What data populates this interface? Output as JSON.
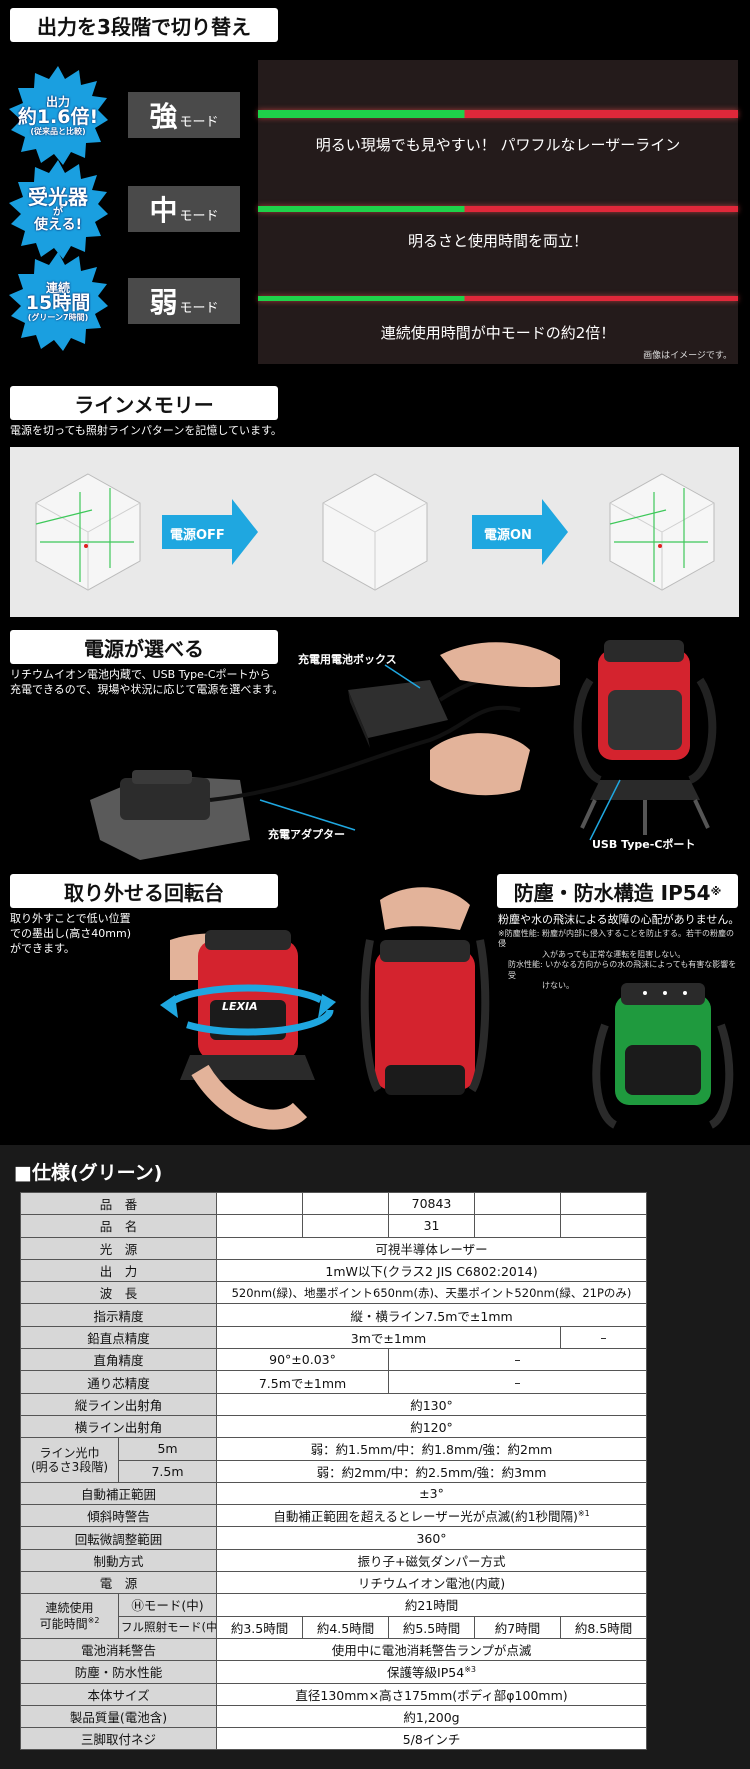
{
  "section_modes": {
    "title": "出力を3段階で切り替え",
    "bursts": [
      {
        "lines": [
          "出力",
          "約1.6倍!",
          "(従来品と比較)"
        ]
      },
      {
        "lines": [
          "受光器",
          "が",
          "使える!"
        ]
      },
      {
        "lines": [
          "連続",
          "15時間",
          "(グリーン7時間)"
        ]
      }
    ],
    "modes": [
      {
        "big": "強",
        "small": "モード"
      },
      {
        "big": "中",
        "small": "モード"
      },
      {
        "big": "弱",
        "small": "モード"
      }
    ],
    "captions": [
      "明るい現場でも見やすい！ パワフルなレーザーライン",
      "明るさと使用時間を両立！",
      "連続使用時間が中モードの約2倍！"
    ],
    "note": "画像はイメージです。",
    "laser_colors": {
      "green": "#1fd14a",
      "red": "#e0283a"
    }
  },
  "section_memory": {
    "title": "ラインメモリー",
    "desc": "電源を切っても照射ラインパターンを記憶しています。",
    "arrow_off": "電源OFF",
    "arrow_on": "電源ON",
    "arrow_color": "#1fa7e0"
  },
  "section_power": {
    "title": "電源が選べる",
    "desc_lines": [
      "リチウムイオン電池内蔵で、USB Type-Cポートから",
      "充電できるので、現場や状況に応じて電源を選べます。"
    ],
    "label_battery_box": "充電用電池ボックス",
    "label_adapter": "充電アダプター",
    "label_usb": "USB Type-Cポート"
  },
  "section_base": {
    "title": "取り外せる回転台",
    "desc_lines": [
      "取り外すことで低い位置",
      "での墨出し(高さ40mm)",
      "ができます。"
    ],
    "brand": "LEXIA"
  },
  "section_ip": {
    "title_main": "防塵・防水構造 IP54",
    "title_mark": "※",
    "desc": "粉塵や水の飛沫による故障の心配がありません。",
    "notes": [
      "※防塵性能: 粉塵が内部に侵入することを防止する。若干の粉塵の侵",
      "入があっても正常な運転を阻害しない。",
      "防水性能: いかなる方向からの水の飛沫によっても有害な影響を受",
      "けない。"
    ]
  },
  "spec": {
    "title": "■仕様(グリーン)",
    "rows": {
      "model_no": {
        "label": "品　番",
        "value": "70843"
      },
      "model_name": {
        "label": "品　名",
        "value": "31"
      },
      "light_source": {
        "label": "光　源",
        "value": "可視半導体レーザー"
      },
      "output": {
        "label": "出　力",
        "value": "1mW以下(クラス2 JIS C6802:2014)"
      },
      "wavelength": {
        "label": "波　長",
        "value": "520nm(緑)、地墨ポイント650nm(赤)、天墨ポイント520nm(緑、21Pのみ)"
      },
      "accuracy": {
        "label": "指示精度",
        "value": "縦・横ライン7.5mで±1mm"
      },
      "plumb": {
        "label": "鉛直点精度",
        "value": "3mで±1mm",
        "value2": "–"
      },
      "right_angle": {
        "label": "直角精度",
        "value": "90°±0.03°",
        "value2": "–"
      },
      "center": {
        "label": "通り芯精度",
        "value": "7.5mで±1mm",
        "value2": "–"
      },
      "v_angle": {
        "label": "縦ライン出射角",
        "value": "約130°"
      },
      "h_angle": {
        "label": "横ライン出射角",
        "value": "約120°"
      },
      "line_width": {
        "label_lines": [
          "ライン光巾",
          "(明るさ3段階)"
        ],
        "sub1": {
          "label": "5m",
          "value": "弱：約1.5mm/中：約1.8mm/強：約2mm"
        },
        "sub2": {
          "label": "7.5m",
          "value": "弱：約2mm/中：約2.5mm/強：約3mm"
        }
      },
      "auto_range": {
        "label": "自動補正範囲",
        "value": "±3°"
      },
      "tilt_warning": {
        "label": "傾斜時警告",
        "value": "自動補正範囲を超えるとレーザー光が点滅(約1秒間隔)",
        "mark": "※1"
      },
      "fine_adjust": {
        "label": "回転微調整範囲",
        "value": "360°"
      },
      "brake": {
        "label": "制動方式",
        "value": "振り子+磁気ダンパー方式"
      },
      "power": {
        "label": "電　源",
        "value": "リチウムイオン電池(内蔵)"
      },
      "runtime": {
        "label_lines": [
          "連続使用",
          "可能時間"
        ],
        "label_mark": "※2",
        "sub1": {
          "label": "Ⓗモード(中)",
          "value": "約21時間"
        },
        "sub2": {
          "label": "フル照射モード(中)",
          "values": [
            "約3.5時間",
            "約4.5時間",
            "約5.5時間",
            "約7時間",
            "約8.5時間"
          ]
        }
      },
      "battery_warning": {
        "label": "電池消耗警告",
        "value": "使用中に電池消耗警告ランプが点滅"
      },
      "ip": {
        "label": "防塵・防水性能",
        "value": "保護等級IP54",
        "mark": "※3"
      },
      "size": {
        "label": "本体サイズ",
        "value": "直径130mm×高さ175mm(ボディ部φ100mm)"
      },
      "weight": {
        "label": "製品質量(電池含)",
        "value": "約1,200g"
      },
      "tripod": {
        "label": "三脚取付ネジ",
        "value": "5/8インチ"
      }
    }
  }
}
